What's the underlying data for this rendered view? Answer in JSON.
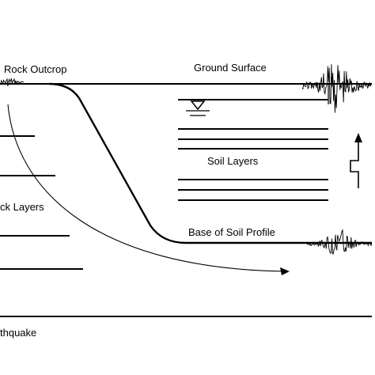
{
  "labels": {
    "rock_outcrop": "Rock Outcrop",
    "ground_surface": "Ground Surface",
    "soil_layers": "Soil Layers",
    "rock_layers": "ck Layers",
    "base_of_soil_profile": "Base of Soil Profile",
    "earthquake": "thquake"
  },
  "colors": {
    "ink": "#000000",
    "background": "#ffffff"
  },
  "icons": {
    "water_table": "water-table-icon",
    "amplification": "amplification-arrow-icon"
  }
}
